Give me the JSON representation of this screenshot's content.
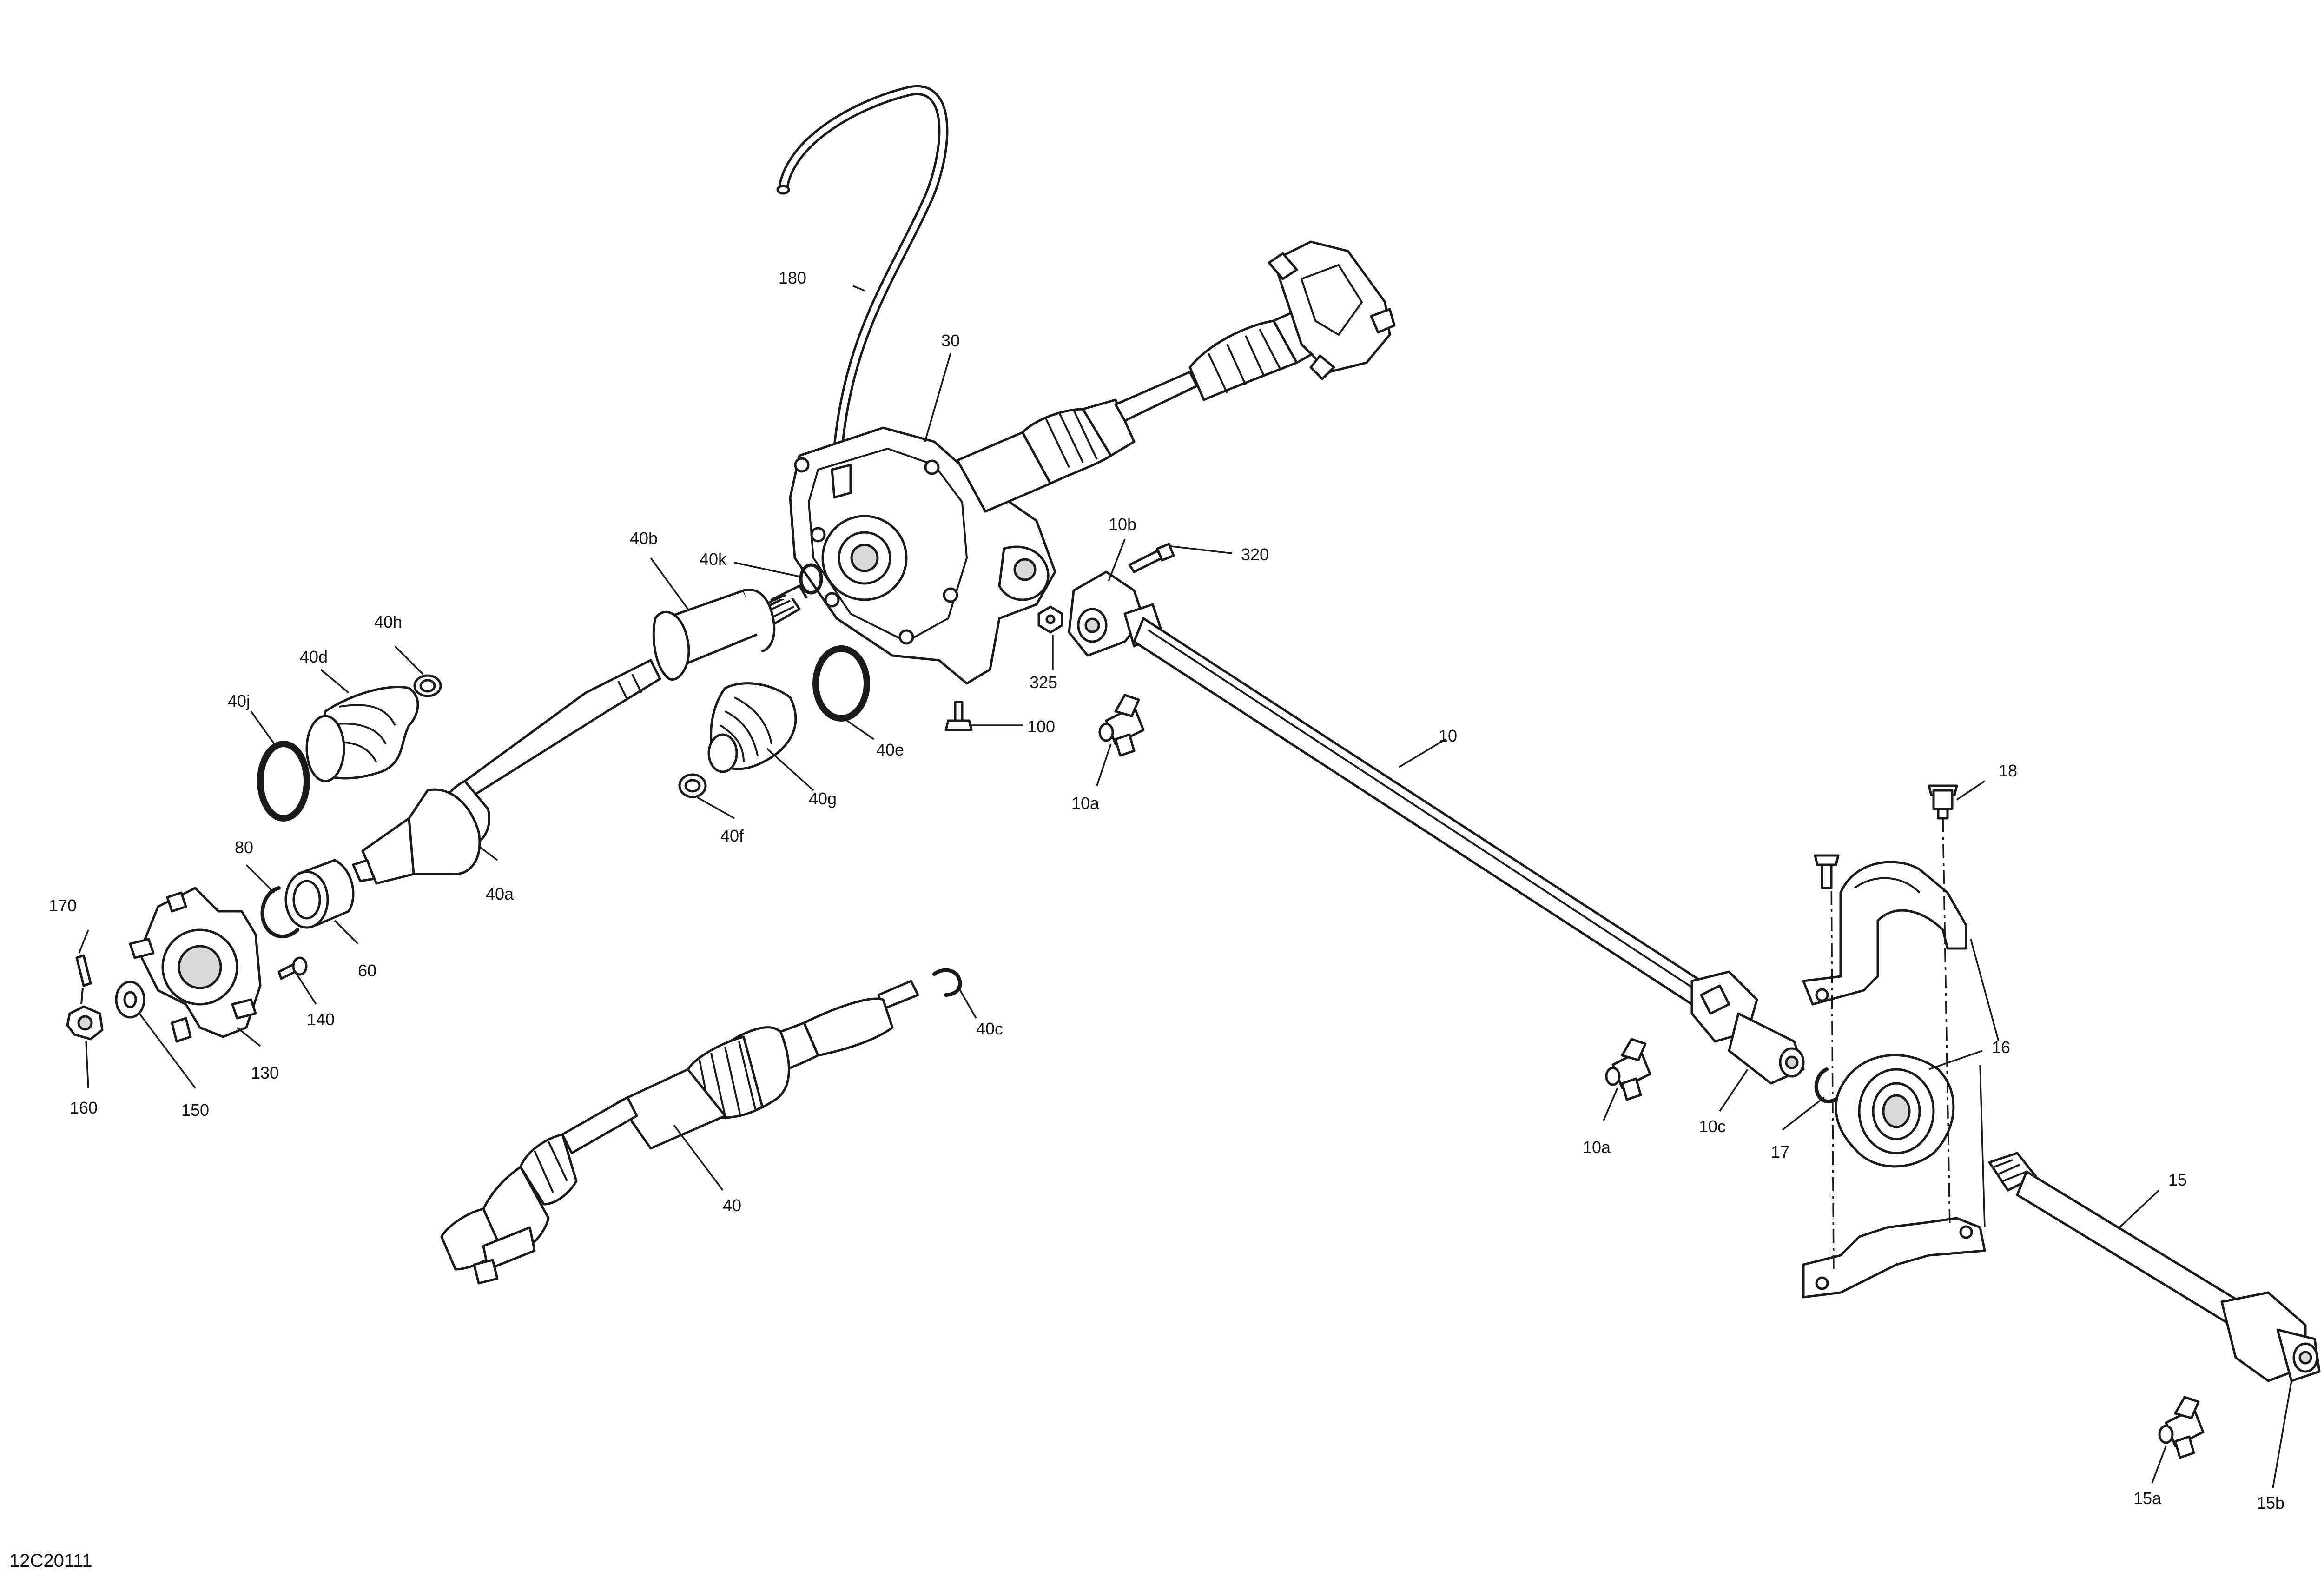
{
  "figure_ref": "12C20111",
  "callouts": [
    {
      "id": "c180",
      "text": "180"
    },
    {
      "id": "c30",
      "text": "30"
    },
    {
      "id": "c40b",
      "text": "40b"
    },
    {
      "id": "c40k",
      "text": "40k"
    },
    {
      "id": "c10b",
      "text": "10b"
    },
    {
      "id": "c320",
      "text": "320"
    },
    {
      "id": "c325",
      "text": "325"
    },
    {
      "id": "c100",
      "text": "100"
    },
    {
      "id": "c10a_top",
      "text": "10a"
    },
    {
      "id": "c10",
      "text": "10"
    },
    {
      "id": "c40h",
      "text": "40h"
    },
    {
      "id": "c40d",
      "text": "40d"
    },
    {
      "id": "c40j",
      "text": "40j"
    },
    {
      "id": "c40e",
      "text": "40e"
    },
    {
      "id": "c40g",
      "text": "40g"
    },
    {
      "id": "c40f",
      "text": "40f"
    },
    {
      "id": "c80",
      "text": "80"
    },
    {
      "id": "c40a",
      "text": "40a"
    },
    {
      "id": "c60",
      "text": "60"
    },
    {
      "id": "c170",
      "text": "170"
    },
    {
      "id": "c140",
      "text": "140"
    },
    {
      "id": "c130",
      "text": "130"
    },
    {
      "id": "c160",
      "text": "160"
    },
    {
      "id": "c150",
      "text": "150"
    },
    {
      "id": "c40c",
      "text": "40c"
    },
    {
      "id": "c40",
      "text": "40"
    },
    {
      "id": "c18",
      "text": "18"
    },
    {
      "id": "c16",
      "text": "16"
    },
    {
      "id": "c10a_bot",
      "text": "10a"
    },
    {
      "id": "c10c",
      "text": "10c"
    },
    {
      "id": "c17",
      "text": "17"
    },
    {
      "id": "c15",
      "text": "15"
    },
    {
      "id": "c15a",
      "text": "15a"
    },
    {
      "id": "c15b",
      "text": "15b"
    }
  ]
}
